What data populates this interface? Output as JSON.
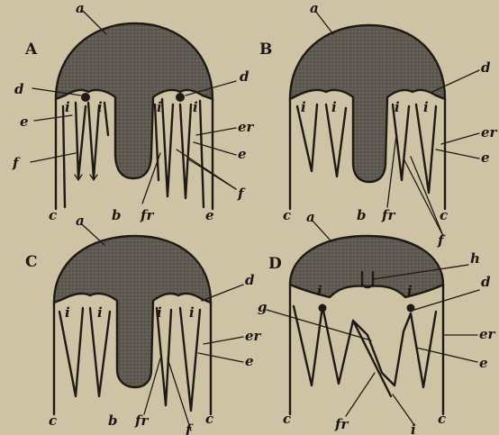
{
  "panels": {
    "A": {
      "letter": "A",
      "labels": [
        "a",
        "d",
        "d",
        "i",
        "i",
        "i",
        "i",
        "e",
        "f",
        "c",
        "b",
        "fr",
        "e",
        "er",
        "e",
        "f"
      ]
    },
    "B": {
      "letter": "B",
      "labels": [
        "a",
        "d",
        "i",
        "i",
        "i",
        "i",
        "c",
        "b",
        "fr",
        "c",
        "er",
        "e",
        "f"
      ]
    },
    "C": {
      "letter": "C",
      "labels": [
        "a",
        "d",
        "i",
        "i",
        "i",
        "i",
        "c",
        "b",
        "fr",
        "f",
        "c",
        "er",
        "e"
      ]
    },
    "D": {
      "letter": "D",
      "labels": [
        "a",
        "h",
        "d",
        "i",
        "i",
        "g",
        "c",
        "fr",
        "i",
        "c",
        "er",
        "e"
      ]
    }
  },
  "colors": {
    "background": "#cfc3a6",
    "ink": "#1f1a14",
    "cap_fill": "#5f5a52"
  }
}
